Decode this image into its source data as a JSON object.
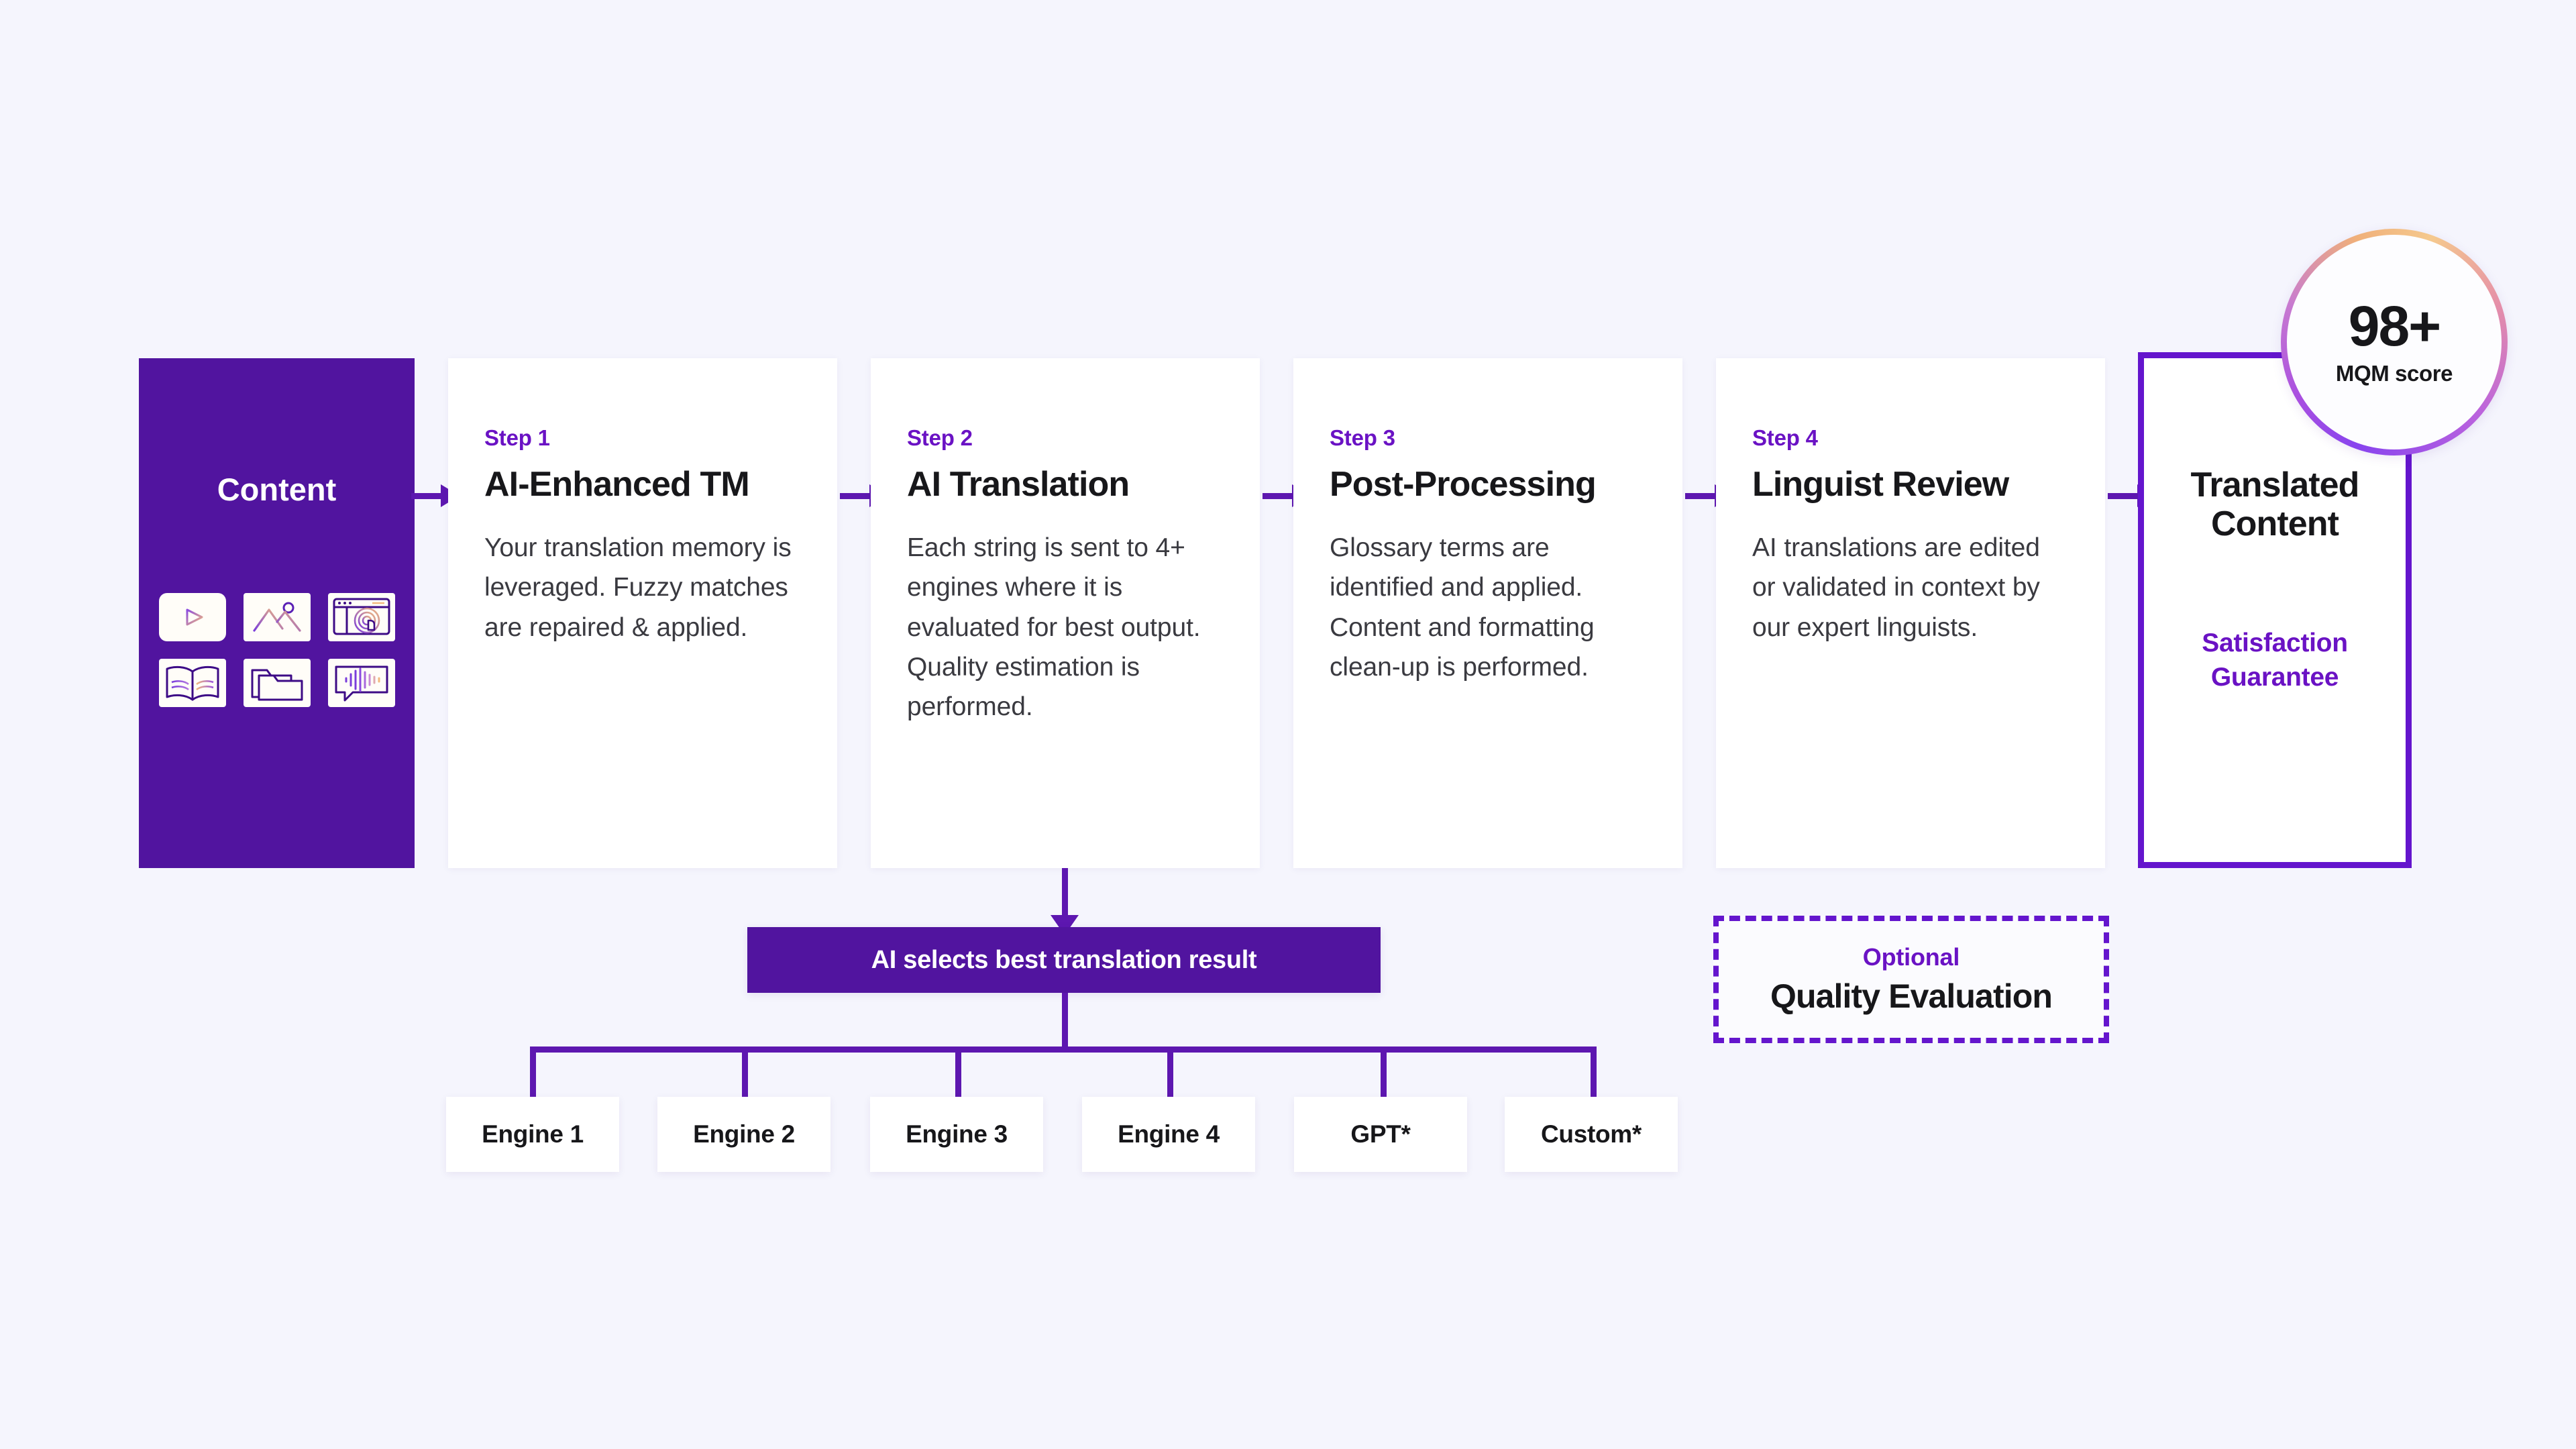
{
  "background_color": "#f5f5fd",
  "accent_purple": "#51149f",
  "accent_violet": "#6415cd",
  "text_dark": "#17171a",
  "content_panel": {
    "title": "Content",
    "icons": [
      {
        "name": "video-play-icon",
        "label": "Video"
      },
      {
        "name": "image-icon",
        "label": "Image"
      },
      {
        "name": "web-click-icon",
        "label": "Web"
      },
      {
        "name": "book-icon",
        "label": "Book"
      },
      {
        "name": "folder-document-icon",
        "label": "Documents"
      },
      {
        "name": "audio-waveform-icon",
        "label": "Audio"
      }
    ]
  },
  "steps": [
    {
      "eyebrow": "Step 1",
      "title": "AI-Enhanced TM",
      "body": "Your translation memory is leveraged. Fuzzy matches are repaired & applied."
    },
    {
      "eyebrow": "Step 2",
      "title": "AI Translation",
      "body": "Each string is sent to 4+ engines where it is evaluated for best output. Quality estimation is performed."
    },
    {
      "eyebrow": "Step 3",
      "title": "Post-Processing",
      "body": "Glossary terms are identified and applied. Content and formatting clean-up is performed."
    },
    {
      "eyebrow": "Step 4",
      "title": "Linguist Review",
      "body": "AI translations are edited or validated in context by our expert linguists."
    }
  ],
  "translated": {
    "title": "Translated Content",
    "guarantee": "Satisfaction Guarantee"
  },
  "mqm_badge": {
    "score": "98+",
    "label": "MQM score"
  },
  "ai_select": {
    "label": "AI selects best translation result"
  },
  "engines": [
    {
      "label": "Engine 1"
    },
    {
      "label": "Engine 2"
    },
    {
      "label": "Engine 3"
    },
    {
      "label": "Engine 4"
    },
    {
      "label": "GPT*"
    },
    {
      "label": "Custom*"
    }
  ],
  "quality_evaluation": {
    "eyebrow": "Optional",
    "title": "Quality Evaluation"
  }
}
